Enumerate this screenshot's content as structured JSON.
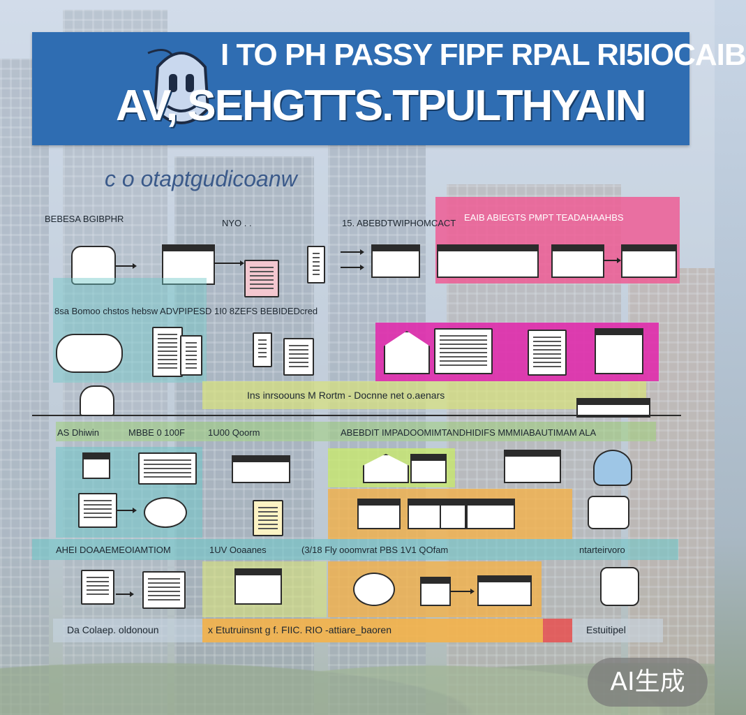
{
  "header": {
    "line1": "I TO PH PASSY FIPF  RPAL RI5IOCAIB",
    "line2": "AV, SEHGTTS.TPULTHYAIN"
  },
  "subtitle": "c o  otaptgudicoanw",
  "row1": {
    "label_a": "BEBESA BGIBPHR",
    "label_b": "NYO . .",
    "label_c": "15. ABEBDTWIPHOMCACT",
    "label_d": "EAIB ABIEGTS  PMPT  TEADAHAAHBS"
  },
  "row2": {
    "label": "8sa Bomoo chstos hebsw ADVPIPESD  1I0 8ZEFS BEBIDEDcred"
  },
  "row3": {
    "label": "Ins inrsoouns  M Rortm  -  Docnne net  o.aenars"
  },
  "row4": {
    "label_a": "AS Dhiwin",
    "label_b": "MBBE  0 100F",
    "label_c": "1U00 Qoorm",
    "label_d": "ABEBDIT IMPADOOMIMTANDHIDIFS MMMIABAUTIMAM ALA"
  },
  "row5": {
    "label_a": "AHEI DOAAEMEOIAMTIOM",
    "label_b": "1UV Ooaanes",
    "label_c": "(3/18 Fly ooomvrat  PBS 1V1  QOfam",
    "label_d": "ntarteirvoro"
  },
  "row6": {
    "label_a": "Da Colaep. oldonoun",
    "label_b": "x Etutruinsnt g f. FIIC. RIO -attiare_baoren",
    "label_c": "Estuitipel"
  },
  "badge": "AI生成",
  "colors": {
    "header_blue": "#2f6db2",
    "pink": "#ee5d95",
    "magenta": "#e02cac",
    "teal": "#6fc7c8",
    "yellow": "#d9e27a",
    "green": "#9fd07a",
    "orange": "#f4b24a"
  }
}
